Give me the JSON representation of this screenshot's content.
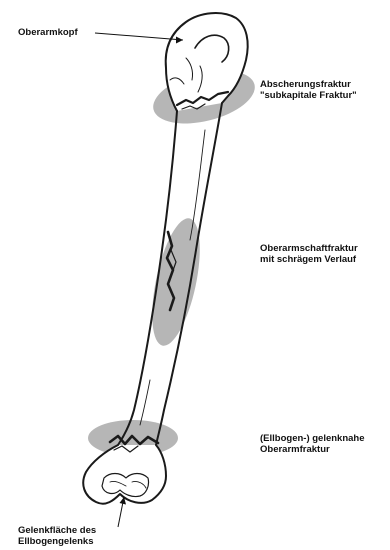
{
  "labels": {
    "humeral_head": "Oberarmkopf",
    "subcapital": [
      "Abscherungsfraktur",
      "\"subkapitale Fraktur\""
    ],
    "shaft": [
      "Oberarmschaftfraktur",
      "mit schrägem Verlauf"
    ],
    "elbow": [
      "(Ellbogen-) gelenknahe",
      "Oberarmfraktur"
    ],
    "articular": [
      "Gelenkfläche des",
      "Ellbogengelenks"
    ]
  },
  "colors": {
    "highlight": "#a9a9a9",
    "outline": "#1a1a1a",
    "text": "#111111",
    "background": "#ffffff"
  }
}
